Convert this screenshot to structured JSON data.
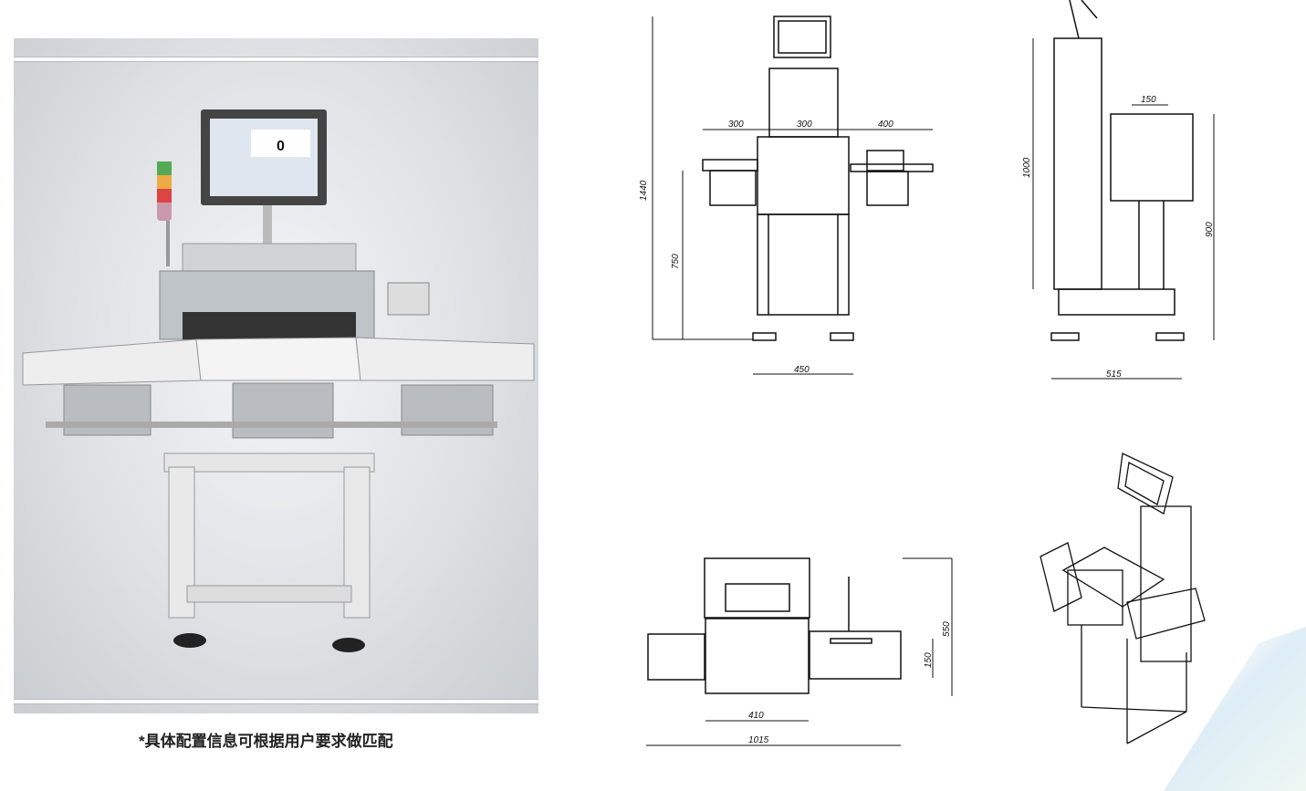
{
  "caption": "*具体配置信息可根据用户要求做匹配",
  "photo": {
    "screen_value": "0"
  },
  "front_view": {
    "dims": [
      "300",
      "300",
      "400",
      "1440",
      "750",
      "450"
    ]
  },
  "side_view": {
    "dims": [
      "150",
      "1000",
      "900",
      "515"
    ]
  },
  "top_view": {
    "dims": [
      "550",
      "150",
      "410",
      "1015"
    ]
  },
  "colors": {
    "panel": "#dfe1e4",
    "line": "#111111"
  }
}
